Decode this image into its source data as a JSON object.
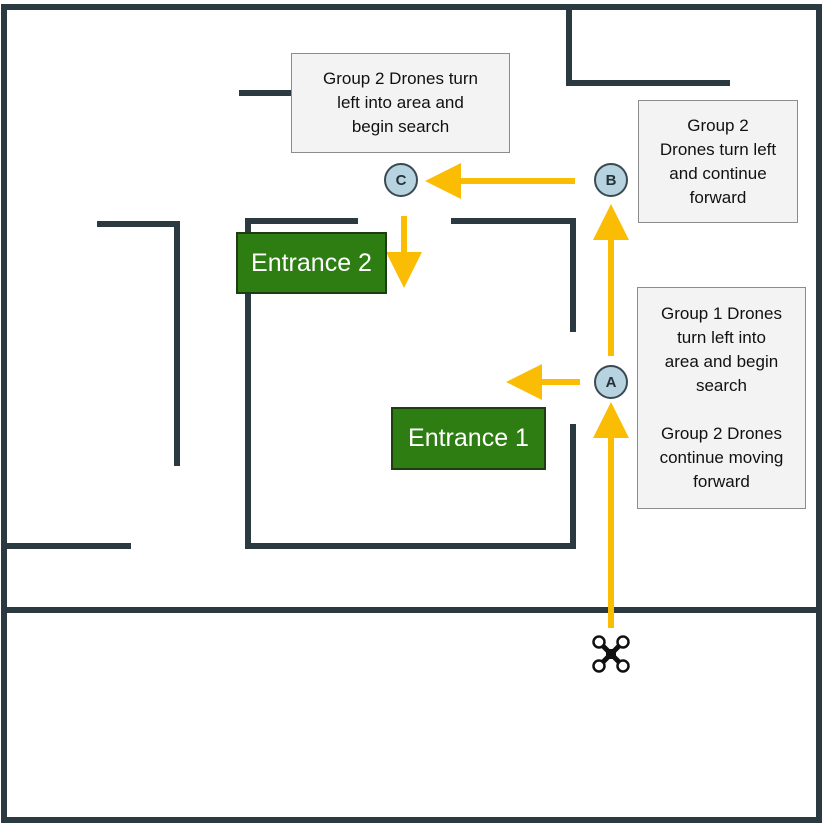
{
  "colors": {
    "wall": "#2b3a40",
    "arrow": "#fbbc04",
    "entrance_fill": "#2e7d12",
    "waypoint_fill": "#b7d3df",
    "note_fill": "#f3f3f3"
  },
  "waypoints": {
    "a": "A",
    "b": "B",
    "c": "C"
  },
  "entrances": {
    "one": "Entrance 1",
    "two": "Entrance 2"
  },
  "notes": {
    "c_note": "Group 2 Drones turn\nleft into area and\nbegin search",
    "b_note": "Group 2\nDrones turn left\nand continue\nforward",
    "a_note_group1": "Group 1 Drones\nturn left into\narea and begin\nsearch",
    "a_note_group2": "Group 2 Drones\ncontinue moving\nforward"
  },
  "icons": {
    "start": "drone-icon"
  }
}
